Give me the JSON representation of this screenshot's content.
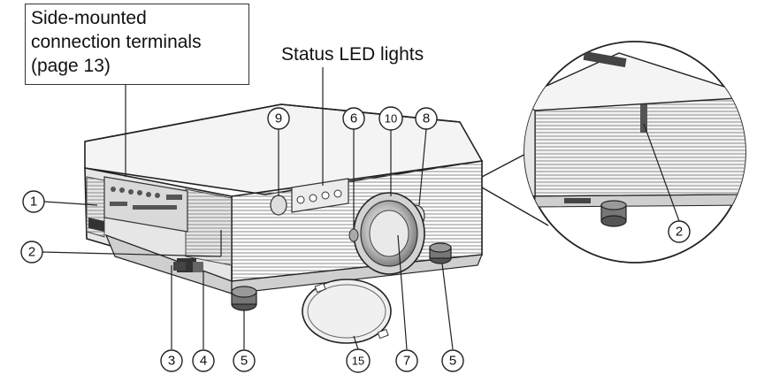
{
  "callout": {
    "line1": "Side-mounted",
    "line2": "connection terminals",
    "line3": "(page 13)"
  },
  "status_title": "Status LED lights",
  "labels": {
    "n1": "1",
    "n2a": "2",
    "n2b": "2",
    "n3": "3",
    "n4": "4",
    "n5a": "5",
    "n5b": "5",
    "n6": "6",
    "n7": "7",
    "n8": "8",
    "n9": "9",
    "n10": "10",
    "n15": "15"
  }
}
